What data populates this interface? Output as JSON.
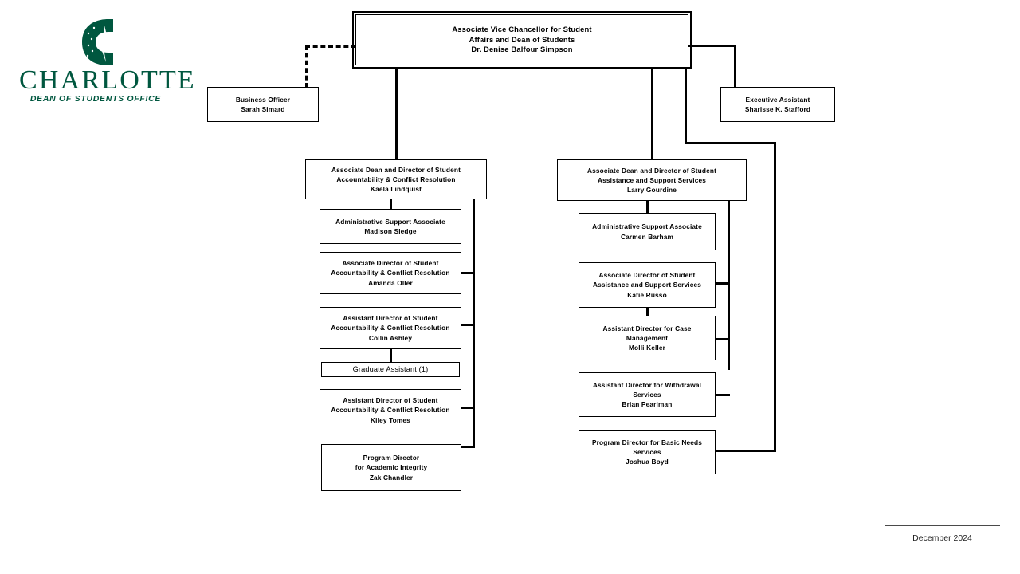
{
  "logo": {
    "wordmark": "CHARLOTTE",
    "subtitle": "DEAN OF STUDENTS OFFICE",
    "brand_color": "#00573f"
  },
  "footer": {
    "date": "December 2024"
  },
  "chart_data": {
    "type": "diagram",
    "title": "Dean of Students Office Organizational Chart",
    "nodes": [
      {
        "id": "avc",
        "lines": [
          "Associate Vice Chancellor for Student",
          "Affairs and Dean of Students",
          "Dr. Denise Balfour Simpson"
        ]
      },
      {
        "id": "business-officer",
        "lines": [
          "Business Officer",
          "Sarah Simard"
        ]
      },
      {
        "id": "executive-assistant",
        "lines": [
          "Executive Assistant",
          "Sharisse K. Stafford"
        ]
      },
      {
        "id": "assoc-dean-accountability",
        "lines": [
          "Associate Dean and Director of Student",
          "Accountability & Conflict Resolution",
          "Kaela Lindquist"
        ]
      },
      {
        "id": "admin-support-sledge",
        "lines": [
          "Administrative Support Associate",
          "Madison Sledge"
        ]
      },
      {
        "id": "assoc-dir-oller",
        "lines": [
          "Associate Director of Student",
          "Accountability & Conflict Resolution",
          "Amanda Oller"
        ]
      },
      {
        "id": "asst-dir-ashley",
        "lines": [
          "Assistant Director of Student",
          "Accountability & Conflict Resolution",
          "Collin Ashley"
        ]
      },
      {
        "id": "graduate-assistant",
        "lines": [
          "Graduate Assistant (1)"
        ]
      },
      {
        "id": "asst-dir-tomes",
        "lines": [
          "Assistant Director of Student",
          "Accountability & Conflict Resolution",
          "Kiley Tomes"
        ]
      },
      {
        "id": "program-dir-chandler",
        "lines": [
          "Program Director",
          "for Academic Integrity",
          "Zak Chandler"
        ]
      },
      {
        "id": "assoc-dean-assistance",
        "lines": [
          "Associate Dean and Director of Student",
          "Assistance and Support Services",
          "Larry Gourdine"
        ]
      },
      {
        "id": "admin-support-barham",
        "lines": [
          "Administrative Support Associate",
          "Carmen Barham"
        ]
      },
      {
        "id": "assoc-dir-russo",
        "lines": [
          "Associate Director of Student",
          "Assistance and Support Services",
          "Katie Russo"
        ]
      },
      {
        "id": "asst-dir-keller",
        "lines": [
          "Assistant Director for Case",
          "Management",
          "Molli Keller"
        ]
      },
      {
        "id": "asst-dir-pearlman",
        "lines": [
          "Assistant Director for Withdrawal",
          "Services",
          "Brian Pearlman"
        ]
      },
      {
        "id": "program-dir-boyd",
        "lines": [
          "Program Director for Basic Needs",
          "Services",
          "Joshua Boyd"
        ]
      }
    ],
    "edges": [
      {
        "from": "avc",
        "to": "business-officer",
        "style": "dashed"
      },
      {
        "from": "avc",
        "to": "executive-assistant",
        "style": "solid"
      },
      {
        "from": "avc",
        "to": "assoc-dean-accountability",
        "style": "solid"
      },
      {
        "from": "avc",
        "to": "assoc-dean-assistance",
        "style": "solid"
      },
      {
        "from": "assoc-dean-accountability",
        "to": "admin-support-sledge",
        "style": "solid"
      },
      {
        "from": "assoc-dean-accountability",
        "to": "assoc-dir-oller",
        "style": "solid"
      },
      {
        "from": "assoc-dean-accountability",
        "to": "asst-dir-ashley",
        "style": "solid"
      },
      {
        "from": "asst-dir-ashley",
        "to": "graduate-assistant",
        "style": "solid"
      },
      {
        "from": "assoc-dean-accountability",
        "to": "asst-dir-tomes",
        "style": "solid"
      },
      {
        "from": "assoc-dean-accountability",
        "to": "program-dir-chandler",
        "style": "solid"
      },
      {
        "from": "assoc-dean-assistance",
        "to": "admin-support-barham",
        "style": "solid"
      },
      {
        "from": "assoc-dean-assistance",
        "to": "assoc-dir-russo",
        "style": "solid"
      },
      {
        "from": "assoc-dir-russo",
        "to": "asst-dir-keller",
        "style": "solid"
      },
      {
        "from": "assoc-dean-assistance",
        "to": "asst-dir-pearlman",
        "style": "solid"
      },
      {
        "from": "avc",
        "to": "program-dir-boyd",
        "style": "solid"
      }
    ]
  }
}
